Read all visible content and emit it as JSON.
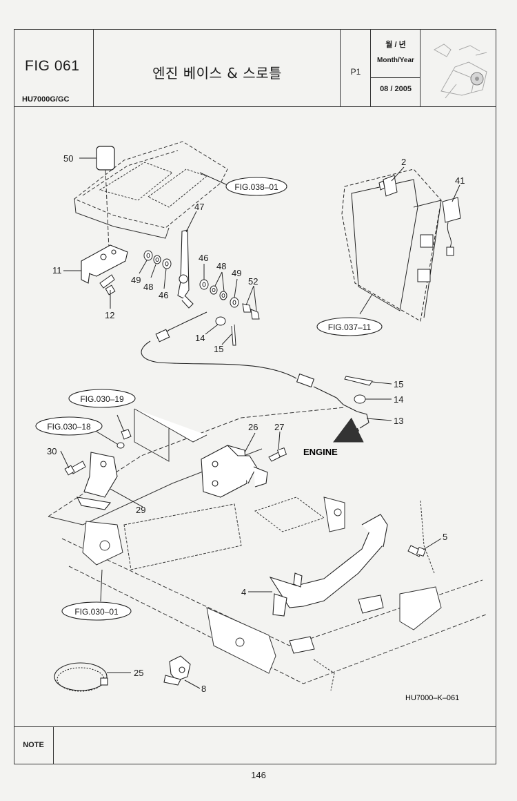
{
  "header": {
    "fig_number": "FIG 061",
    "model": "HU7000G/GC",
    "title": "엔진 베이스 & 스로틀",
    "page": "P1",
    "date_label_kr": "월 / 년",
    "date_label_en": "Month/Year",
    "date_value": "08 / 2005"
  },
  "diagram": {
    "callouts": {
      "c2": "2",
      "c41": "41",
      "c50": "50",
      "c47": "47",
      "c11": "11",
      "c49a": "49",
      "c48a": "48",
      "c46a": "46",
      "c46b": "46",
      "c48b": "48",
      "c49b": "49",
      "c52": "52",
      "c12": "12",
      "c14a": "14",
      "c15a": "15",
      "c15b": "15",
      "c14b": "14",
      "c13": "13",
      "c26": "26",
      "c27": "27",
      "c30": "30",
      "c29": "29",
      "c5": "5",
      "c4": "4",
      "c25": "25",
      "c8": "8"
    },
    "refs": {
      "r038": "FIG.038–01",
      "r037": "FIG.037–11",
      "r030_19": "FIG.030–19",
      "r030_18": "FIG.030–18",
      "r030_01": "FIG.030–01"
    },
    "engine_label": "ENGINE",
    "drawing_id": "HU7000–K–061"
  },
  "note": {
    "label": "NOTE"
  },
  "footer": {
    "page_number": "146"
  }
}
